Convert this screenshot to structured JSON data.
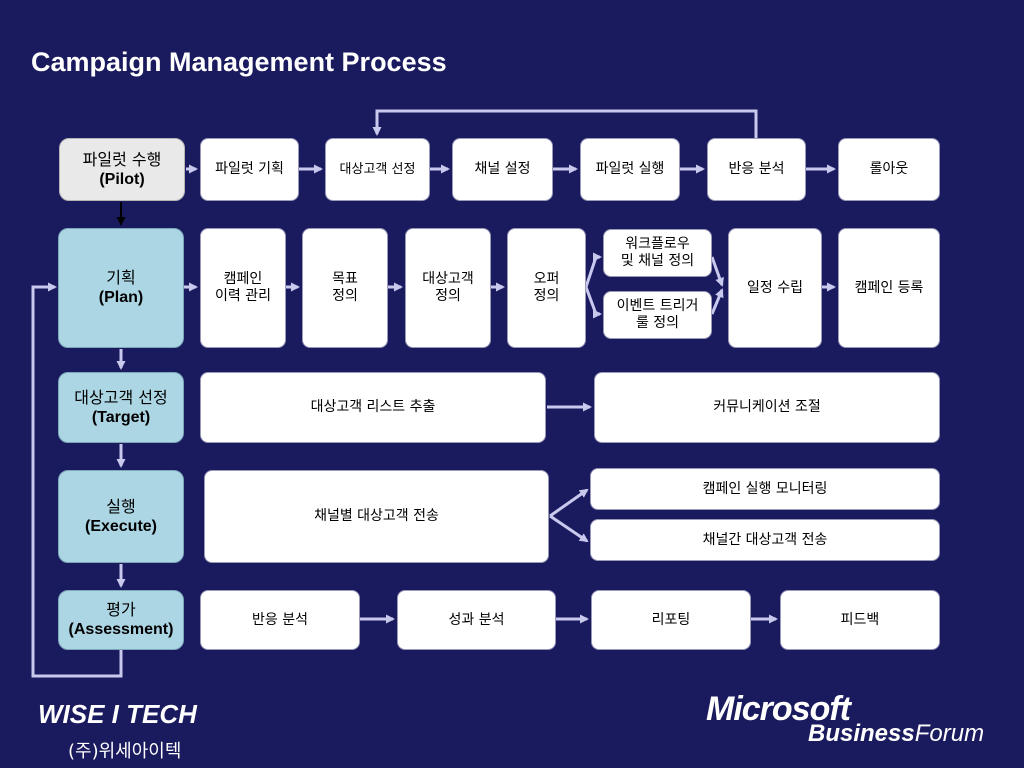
{
  "title": "Campaign Management Process",
  "phases": {
    "pilot": {
      "ko": "파일럿 수행",
      "en": "(Pilot)"
    },
    "plan": {
      "ko": "기획",
      "en": "(Plan)"
    },
    "target": {
      "ko": "대상고객 선정",
      "en": "(Target)"
    },
    "execute": {
      "ko": "실행",
      "en": "(Execute)"
    },
    "assess": {
      "ko": "평가",
      "en": "(Assessment)"
    }
  },
  "pilot_steps": [
    "파일럿 기획",
    "대상고객 선정",
    "채널 설정",
    "파일럿 실행",
    "반응 분석",
    "롤아웃"
  ],
  "plan_steps": [
    "캠페인\n이력 관리",
    "목표\n정의",
    "대상고객\n정의",
    "오퍼\n정의",
    "워크플로우\n및 채널 정의",
    "이벤트 트리거\n룰 정의",
    "일정 수립",
    "캠페인 등록"
  ],
  "target_steps": [
    "대상고객 리스트 추출",
    "커뮤니케이션 조절"
  ],
  "execute_steps": [
    "채널별 대상고객 전송",
    "캠페인 실행 모니터링",
    "채널간 대상고객 전송"
  ],
  "assess_steps": [
    "반응 분석",
    "성과 분석",
    "리포팅",
    "피드백"
  ],
  "logos": {
    "left_main": "WISE I TECH",
    "left_sub": "(주)위세아이텍",
    "right_main": "Microsoft",
    "right_sub_bold": "Business",
    "right_sub": "Forum"
  },
  "colors": {
    "background": "#1a1a5e",
    "phase_fill": "#acd6e4",
    "pilot_fill": "#e9e9e9",
    "arrow": "#c9c9ee"
  }
}
